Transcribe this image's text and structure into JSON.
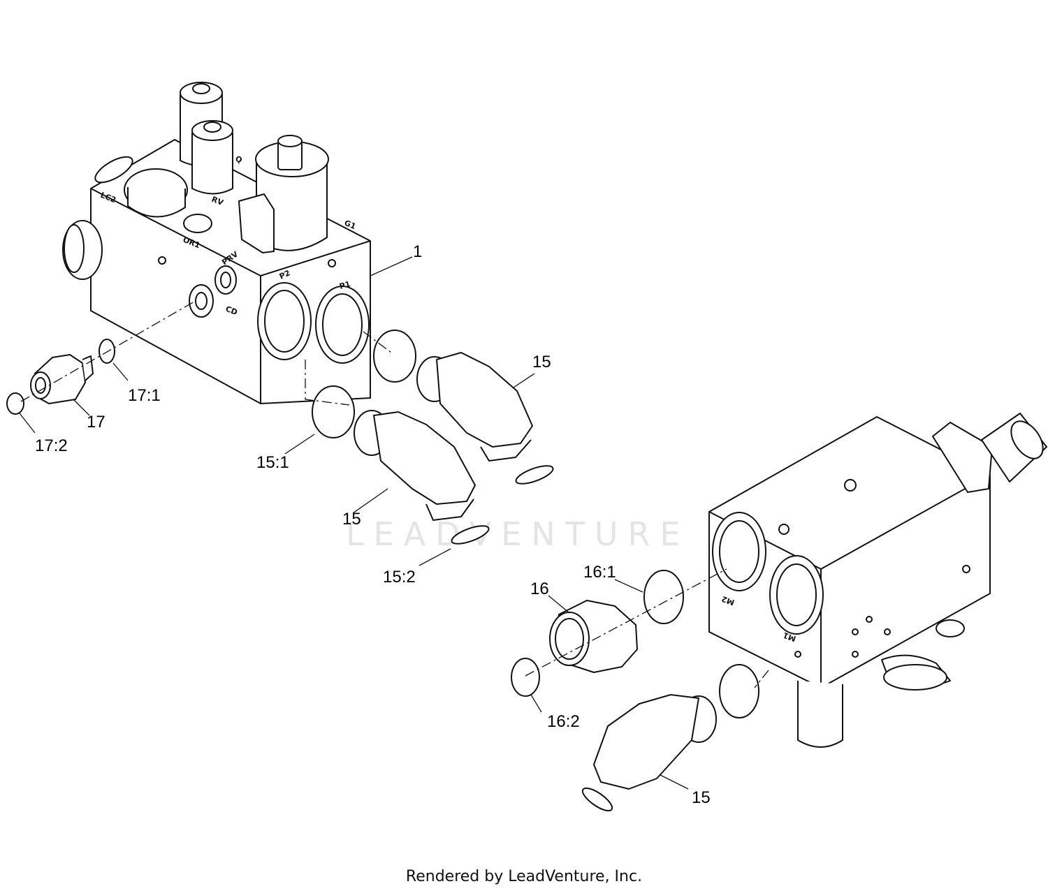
{
  "watermark": "LEADVENTURE",
  "footer": "Rendered by LeadVenture, Inc.",
  "ports": {
    "lc2": "LC2",
    "q": "Q",
    "rv": "RV",
    "or1": "OR1",
    "g1": "G1",
    "prv": "PRV",
    "cd": "CD",
    "p2": "P2",
    "p1": "P1",
    "m2": "M2",
    "m1": "M1"
  },
  "callouts": {
    "c1": "1",
    "c15a": "15",
    "c15b": "15",
    "c15c": "15",
    "c15_1": "15:1",
    "c15_2": "15:2",
    "c16": "16",
    "c16_1": "16:1",
    "c16_2": "16:2",
    "c17": "17",
    "c17_1": "17:1",
    "c17_2": "17:2"
  }
}
